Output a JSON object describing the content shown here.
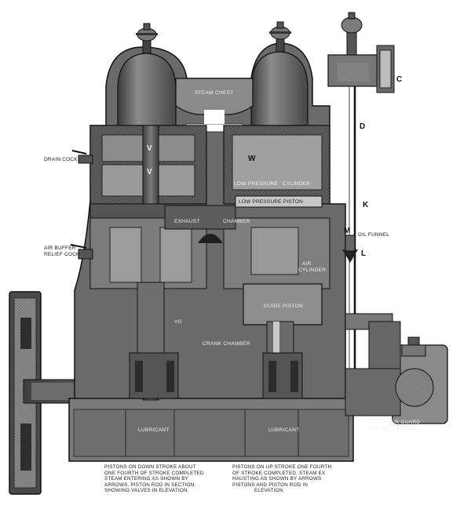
{
  "labels": {
    "steam_chest": "STEAM CHEST",
    "drain_cock": "DRAIN COCK",
    "air_buffer_1": "AIR BUFFER",
    "air_buffer_2": "RELIEF COCK",
    "exhaust": "EXHAUST",
    "chamber": "CHAMBER",
    "low_pressure": "LOW PRESSURE",
    "cylinder": "CYLINDER",
    "low_pressure_piston": "LOW PRESSURE PISTON",
    "air_cylinder_1": "AIR",
    "air_cylinder_2": "CYLINDER",
    "guide_piston": "GUIDE PISTON",
    "crank_chamber": "CRANK CHAMBER",
    "lubricant_left": "LUBRICANT",
    "lubricant_right": "LUBRICANT",
    "oil_funnel": "OIL FUNNEL",
    "governor_1": "GOVERNOR GUARD",
    "governor_2": "AND OIL CATCHER",
    "letter_c": "C",
    "letter_d": "D",
    "letter_k": "K",
    "letter_m": "M",
    "letter_l": "L",
    "letter_v1": "V",
    "letter_v2": "V",
    "letter_w": "W",
    "letter_vg": "VG"
  },
  "captions": {
    "left": [
      "PISTONS ON DOWN STROKE ABOUT",
      "ONE FOURTH OF STROKE COMPLETED",
      "STEAM ENTERING AS SHOWN BY",
      "ARROWS. PISTON ROD IN SECTION.",
      "SHOWING VALVES IN ELEVATION."
    ],
    "right": [
      "PISTONS ON UP STROKE ONE FOURTH",
      "OF STROKE COMPLETED. STEAM EX",
      "HAUSTING AS SHOWN BY ARROWS",
      "PISTONS AND PISTON ROD IN",
      "ELEVATION."
    ]
  },
  "colors": {
    "body": "#6a6a6a",
    "dark": "#2b2b2b",
    "light": "#b5b5b5",
    "paper": "#ffffff"
  }
}
